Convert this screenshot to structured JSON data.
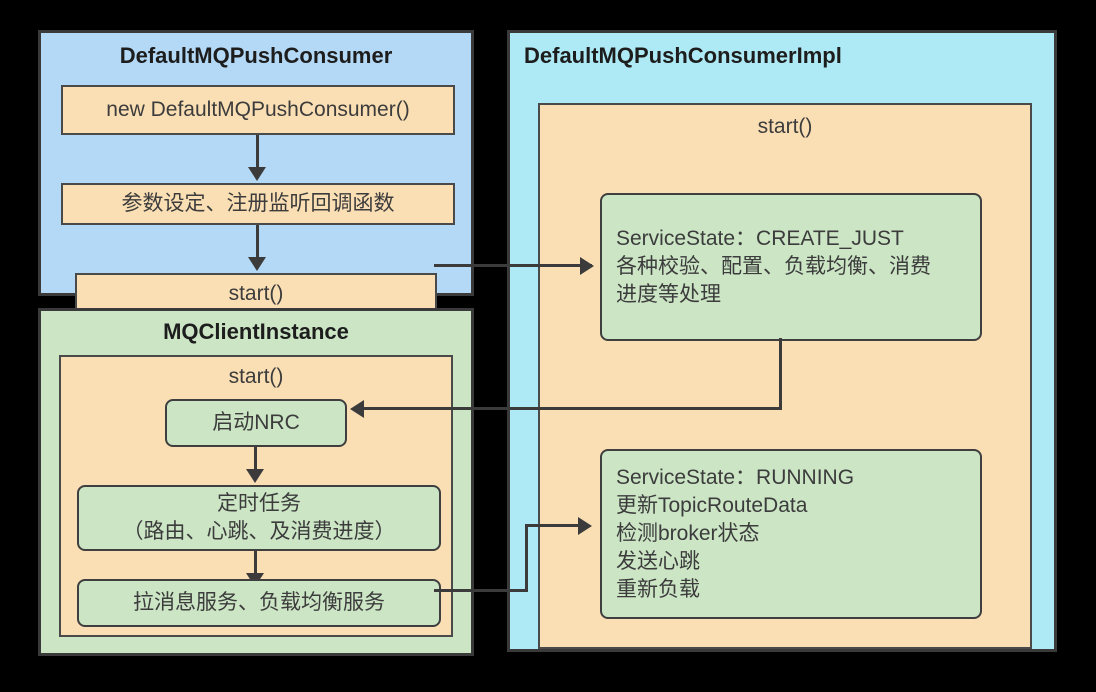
{
  "diagram": {
    "title": "RocketMQ DefaultMQPushConsumer start flow",
    "colors": {
      "background": "#000000",
      "panel_consumer_bg": "#b3d9f7",
      "panel_impl_bg": "#aeeaf5",
      "panel_client_bg": "#cbe5c5",
      "box_orange_bg": "#fbdfb4",
      "box_green_bg": "#cbe5c5",
      "border": "#3f3f3f",
      "text": "#3c3c3c"
    }
  },
  "panels": {
    "consumer": {
      "title": "DefaultMQPushConsumer",
      "boxes": {
        "construct": "new DefaultMQPushConsumer()",
        "config": "参数设定、注册监听回调函数",
        "start": "start()"
      }
    },
    "impl": {
      "title": "DefaultMQPushConsumerImpl",
      "start_label": "start()",
      "create_just": {
        "line1": "ServiceState：CREATE_JUST",
        "line2": "各种校验、配置、负载均衡、消费",
        "line3": "进度等处理"
      },
      "running": {
        "line1": "ServiceState：RUNNING",
        "line2": "更新TopicRouteData",
        "line3": "检测broker状态",
        "line4": "发送心跳",
        "line5": "重新负载"
      }
    },
    "client": {
      "title": "MQClientInstance",
      "start_label": "start()",
      "boxes": {
        "nrc": "启动NRC",
        "timer_line1": "定时任务",
        "timer_line2": "（路由、心跳、及消费进度）",
        "services": "拉消息服务、负载均衡服务"
      }
    }
  },
  "connectors": [
    {
      "name": "consumer-start-to-create-just",
      "from": "start()",
      "to": "ServiceState：CREATE_JUST",
      "direction": "right"
    },
    {
      "name": "create-just-to-nrc",
      "from": "ServiceState：CREATE_JUST",
      "to": "启动NRC",
      "direction": "left"
    },
    {
      "name": "services-to-running",
      "from": "拉消息服务、负载均衡服务",
      "to": "ServiceState：RUNNING",
      "direction": "right"
    },
    {
      "name": "construct-to-config",
      "from": "new DefaultMQPushConsumer()",
      "to": "参数设定、注册监听回调函数",
      "direction": "down"
    },
    {
      "name": "config-to-start",
      "from": "参数设定、注册监听回调函数",
      "to": "start()",
      "direction": "down"
    },
    {
      "name": "nrc-to-timer",
      "from": "启动NRC",
      "to": "定时任务",
      "direction": "down"
    },
    {
      "name": "timer-to-services",
      "from": "定时任务",
      "to": "拉消息服务、负载均衡服务",
      "direction": "down"
    }
  ]
}
